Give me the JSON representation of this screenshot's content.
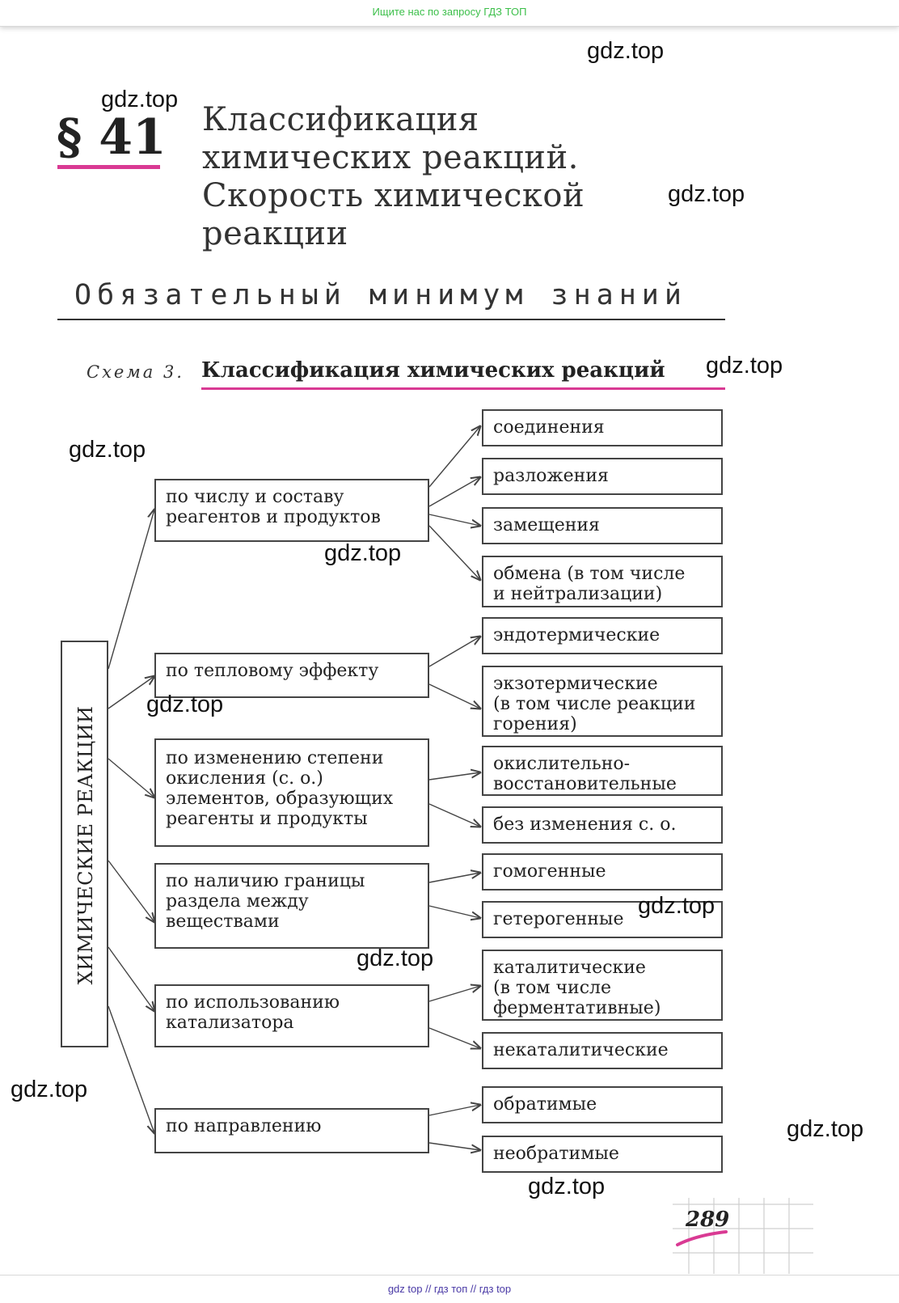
{
  "top_banner": "Ищите нас по запросу ГДЗ ТОП",
  "bottom_banner": "gdz top // гдз топ // гдз top",
  "watermark": "gdz.top",
  "paragraph": "§ 41",
  "title": "Классификация химических реакций. Скорость химической реакции",
  "section_heading": "Обязательный минимум знаний",
  "scheme": {
    "label": "Схема 3.",
    "title": "Классификация химических реакций"
  },
  "root_label": "ХИМИЧЕСКИЕ РЕАКЦИИ",
  "criteria": [
    {
      "label": "по числу и составу\nреагентов и продуктов"
    },
    {
      "label": "по тепловому эффекту"
    },
    {
      "label": "по изменению степени\nокисления (с. о.)\nэлементов, образующих\nреагенты и продукты"
    },
    {
      "label": "по наличию границы\nраздела между\nвеществами"
    },
    {
      "label": "по использованию\nкатализатора"
    },
    {
      "label": "по направлению"
    }
  ],
  "types": [
    {
      "label": "соединения"
    },
    {
      "label": "разложения"
    },
    {
      "label": "замещения"
    },
    {
      "label": "обмена (в том числе\nи нейтрализации)"
    },
    {
      "label": "эндотермические"
    },
    {
      "label": "экзотермические\n(в том числе реакции\nгорения)"
    },
    {
      "label": "окислительно-\nвосстановительные"
    },
    {
      "label": "без изменения с. о."
    },
    {
      "label": "гомогенные"
    },
    {
      "label": "гетерогенные"
    },
    {
      "label": "каталитические\n(в том числе\nферментативные)"
    },
    {
      "label": "некаталитические"
    },
    {
      "label": "обратимые"
    },
    {
      "label": "необратимые"
    }
  ],
  "page_number": "289",
  "colors": {
    "accent_magenta": "#d93a93",
    "banner_green": "#3cbf4a",
    "footer_violet": "#4a3aa6"
  }
}
